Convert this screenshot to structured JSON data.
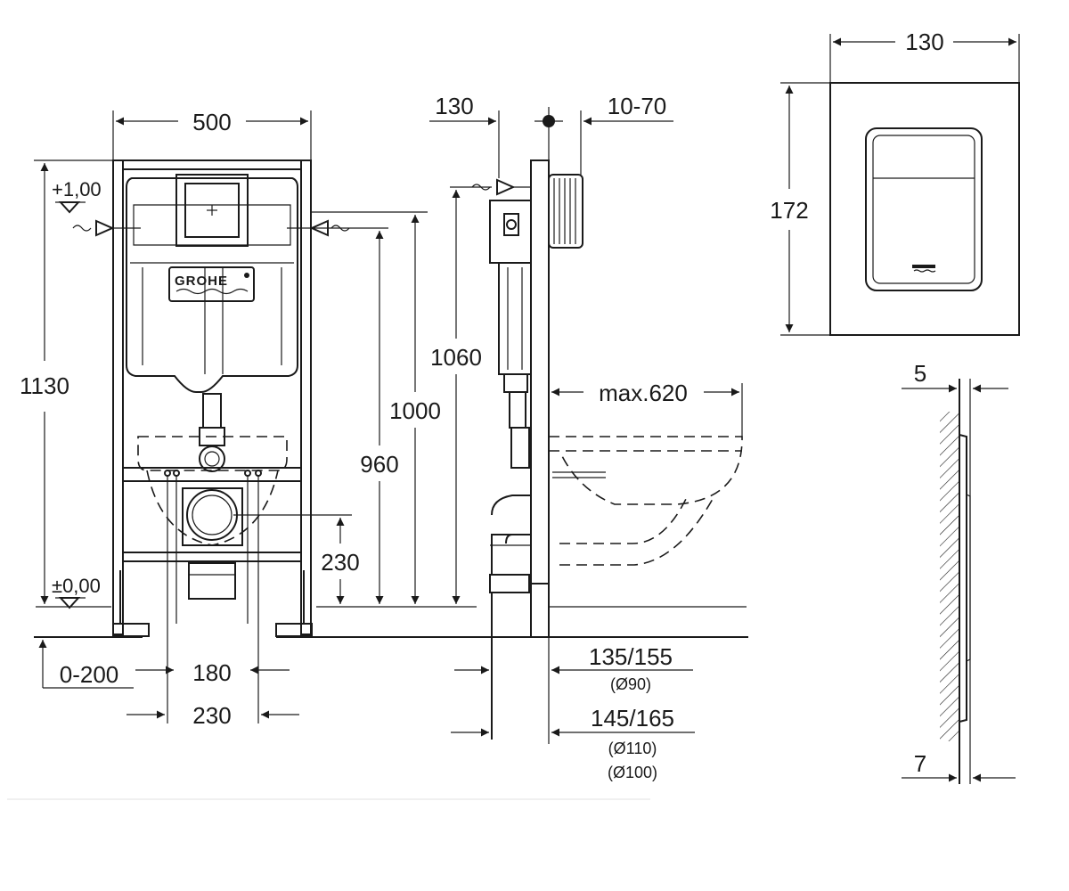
{
  "colors": {
    "line": "#1a1a1a",
    "background": "#ffffff"
  },
  "front_view": {
    "logo": "GROHE",
    "dims": {
      "width": "500",
      "height_total": "1130",
      "level_top": "+1,00",
      "level_zero": "±0,00",
      "h_1060": "1060",
      "h_1000": "1000",
      "h_960": "960",
      "h_230": "230",
      "offset": "0-200",
      "spacing_180": "180",
      "spacing_230": "230"
    }
  },
  "side_view": {
    "dims": {
      "depth_130": "130",
      "adjust": "10-70",
      "projection": "max.620",
      "d1": "135/155",
      "d1_sub": "(Ø90)",
      "d2": "145/165",
      "d2_sub1": "(Ø110)",
      "d2_sub2": "(Ø100)"
    }
  },
  "plate_view": {
    "dims": {
      "width": "130",
      "height": "172",
      "thickness_top": "5",
      "thickness_bottom": "7"
    }
  }
}
